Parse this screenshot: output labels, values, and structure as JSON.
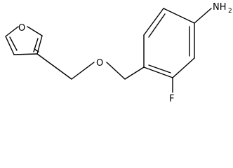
{
  "molecule": {
    "atom_labels": {
      "furan_oxygen": "O",
      "ether_oxygen": "O",
      "fluorine": "F",
      "amine_n": "NH",
      "amine_subscript": "2"
    }
  }
}
